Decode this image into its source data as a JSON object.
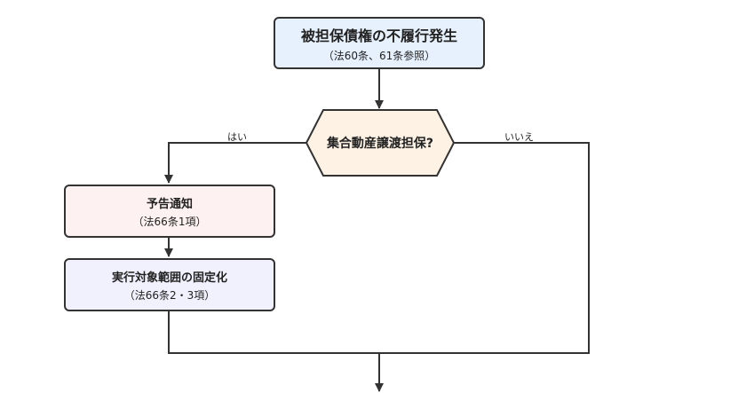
{
  "nodes": {
    "start": {
      "title": "被担保債権の不履行発生",
      "sub": "（法60条、61条参照）"
    },
    "decision": {
      "title": "集合動産譲渡担保?"
    },
    "notice": {
      "title": "予告通知",
      "sub": "（法66条1項）"
    },
    "fix": {
      "title": "実行対象範囲の固定化",
      "sub": "（法66条2・3項）"
    }
  },
  "edges": {
    "yes": "はい",
    "no": "いいえ"
  },
  "colors": {
    "start_fill": "#e6f1fd",
    "decision_fill": "#fdf2e4",
    "notice_fill": "#fdf1f1",
    "fix_fill": "#f1f1fd",
    "stroke": "#333333"
  }
}
